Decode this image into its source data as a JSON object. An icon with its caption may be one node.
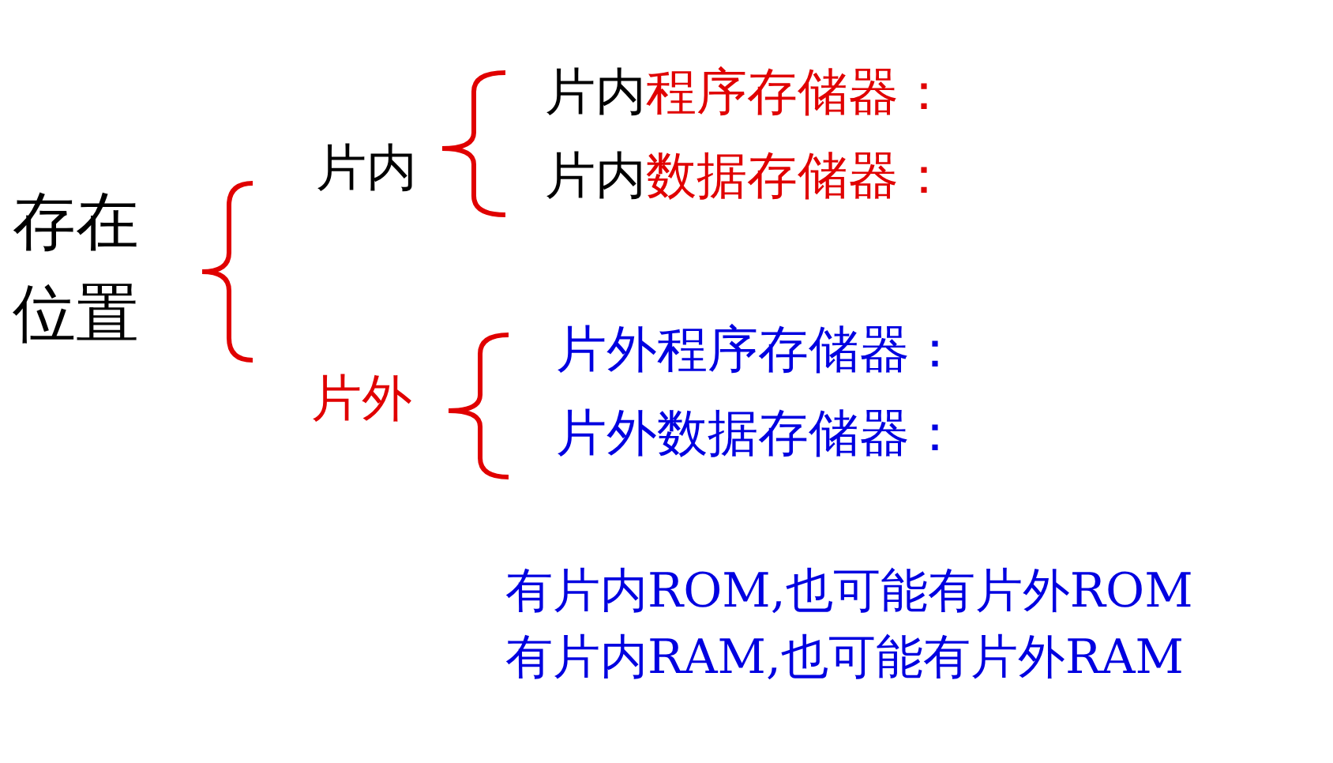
{
  "diagram": {
    "labels": [
      "存在位置",
      "片内",
      "片内程序存储器：",
      "片内数据存储器：",
      "片外",
      "片外程序存储器：",
      "片外数据存储器：",
      "有片内ROM,也可能有片外ROM",
      "有片内RAM,也可能有片外RAM"
    ]
  }
}
